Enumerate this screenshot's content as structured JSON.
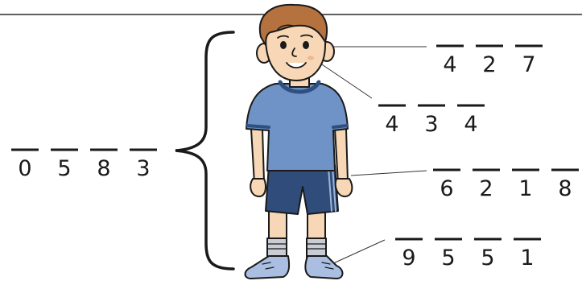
{
  "groups": [
    {
      "id": "whole-body",
      "digits": [
        "0",
        "5",
        "8",
        "3"
      ]
    },
    {
      "id": "head",
      "digits": [
        "4",
        "2",
        "7"
      ]
    },
    {
      "id": "face",
      "digits": [
        "4",
        "3",
        "4"
      ]
    },
    {
      "id": "hand",
      "digits": [
        "6",
        "2",
        "1",
        "8"
      ]
    },
    {
      "id": "foot",
      "digits": [
        "9",
        "5",
        "5",
        "1"
      ]
    }
  ],
  "colors": {
    "shirt": "#6f93c6",
    "shirt_trim": "#2e4f7f",
    "shorts": "#2f4c7a",
    "skin": "#f7d7b5",
    "hair": "#b5713e",
    "socks": "#c9ccd3",
    "shoes": "#a9bee0",
    "ink": "#1a1a1a"
  }
}
